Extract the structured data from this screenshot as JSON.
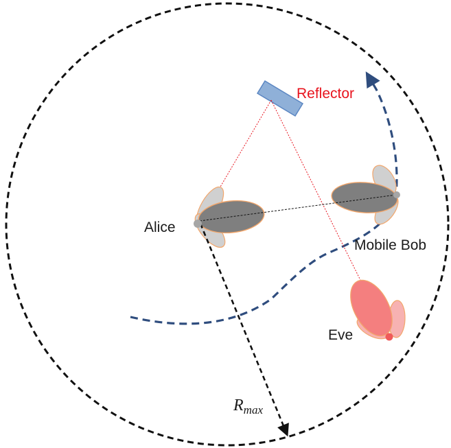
{
  "labels": {
    "alice": "Alice",
    "bob": "Mobile Bob",
    "eve": "Eve",
    "reflector": "Reflector",
    "radius_symbol": "R",
    "radius_subscript": "max"
  },
  "colors": {
    "boundary": "#111111",
    "trajectory": "#2f4d7e",
    "main_lobe": "#7f7f7f",
    "side_lobe": "#d0d0d0",
    "lobe_outline": "#f2a66b",
    "eve_lobe": "#f47f7f",
    "eve_side_lobe": "#f7b2b2",
    "reflector_fill": "#8fb0d8",
    "reflector_edge": "#5b86c2",
    "ray": "#e8141e",
    "reflector_text": "#e8141e"
  }
}
